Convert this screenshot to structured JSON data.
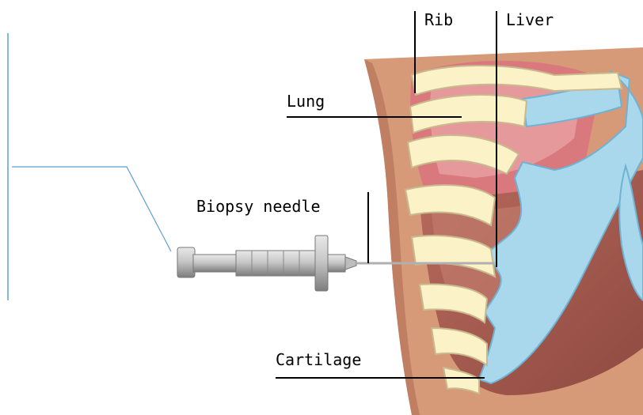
{
  "labels": {
    "rib": "Rib",
    "liver": "Liver",
    "lung": "Lung",
    "biopsy_needle": "Biopsy needle",
    "cartilage": "Cartilage"
  },
  "colors": {
    "skin": "#d69a78",
    "skin_dark": "#b87058",
    "rib": "#fbf2c8",
    "rib_outline": "#c9b98e",
    "cartilage": "#a9d7ec",
    "cartilage_outline": "#6fb3d3",
    "lung": "#d9787d",
    "liver": "#a5584e",
    "leader_line": "#000000",
    "callout_line": "#5a9fd4",
    "needle": "#b0b0b0"
  }
}
